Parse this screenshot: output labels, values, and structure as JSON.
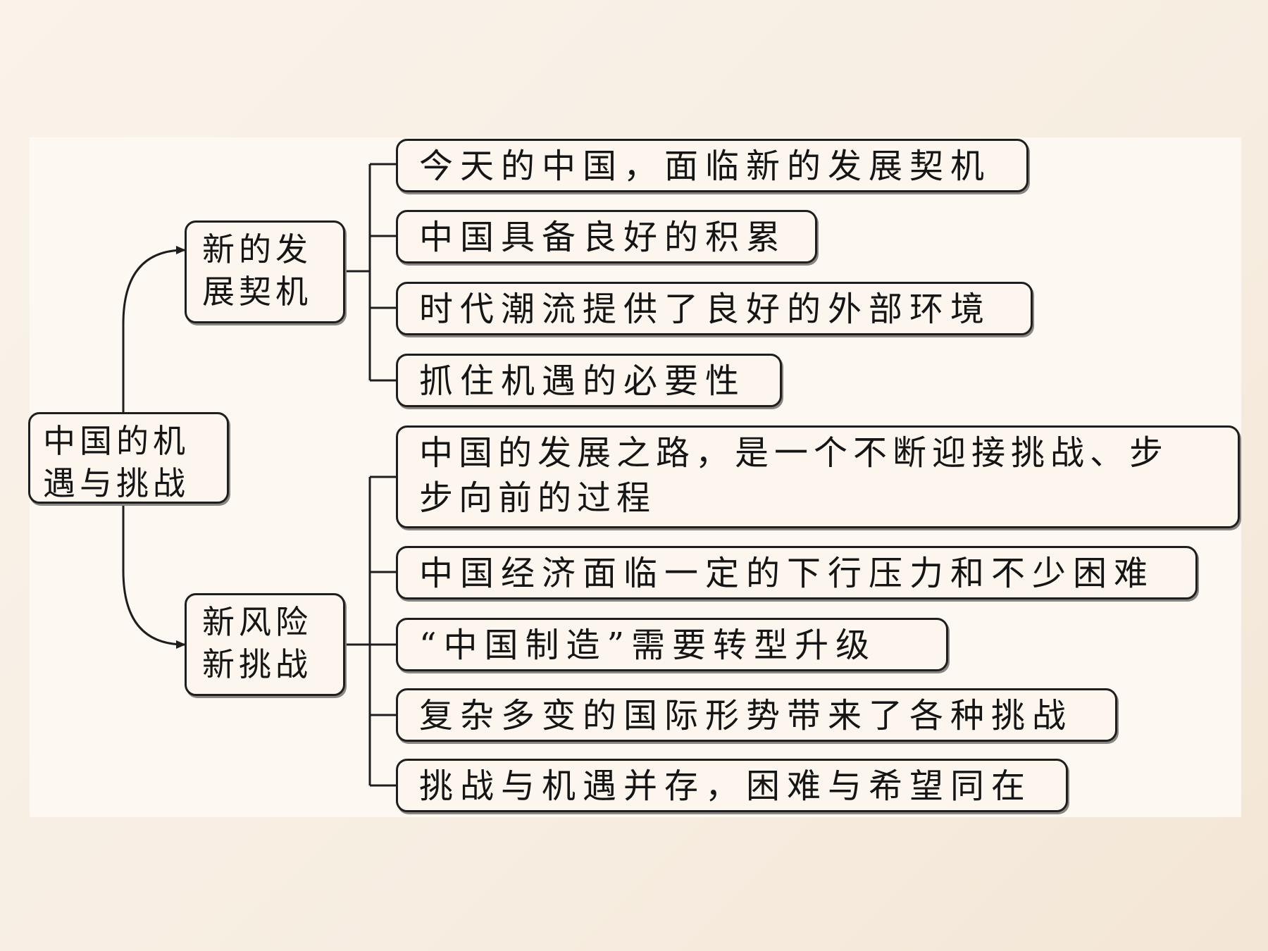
{
  "center": {
    "line1": "中国的机",
    "line2": "遇与挑战"
  },
  "branches": [
    {
      "line1": "新的发",
      "line2": "展契机",
      "items": [
        "今天的中国，面临新的发展契机",
        "中国具备良好的积累",
        "时代潮流提供了良好的外部环境",
        "抓住机遇的必要性"
      ]
    },
    {
      "line1": "新风险",
      "line2": "新挑战",
      "items": [
        {
          "line1": "中国的发展之路，是一个不断迎接挑战、步",
          "line2": "步向前的过程"
        },
        "中国经济面临一定的下行压力和不少困难",
        "“中国制造”需要转型升级",
        "复杂多变的国际形势带来了各种挑战",
        "挑战与机遇并存，困难与希望同在"
      ]
    }
  ],
  "colors": {
    "border": "#1e1e1e",
    "box_fill": "#fcf6ee",
    "background": "#f7ede1"
  }
}
